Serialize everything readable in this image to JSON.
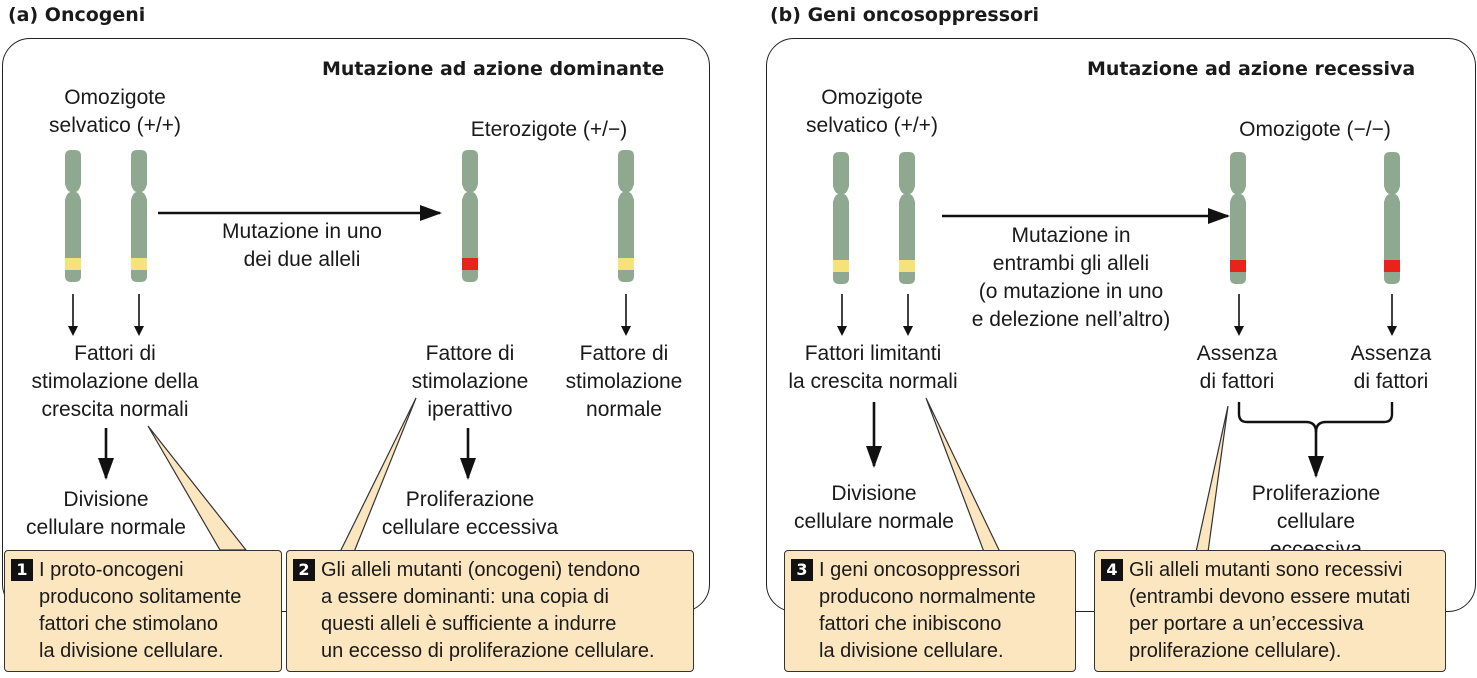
{
  "panel_a": {
    "title": "(a)  Oncogeni",
    "heading": "Mutazione ad azione dominante",
    "wild_label": "Omozigote\nselvatico (+/+)",
    "het_label": "Eterozigote (+/−)",
    "mutation_label": "Mutazione in uno\ndei due alleli",
    "normal_factors": "Fattori di\nstimolazione della\ncrescita normali",
    "hyperactive_factor": "Fattore di\nstimolazione\niperattivo",
    "normal_factor": "Fattore di\nstimolazione\nnormale",
    "normal_division": "Divisione\ncellulare normale",
    "excess_proliferation": "Proliferazione\ncellulare eccessiva",
    "callout1_number": "1",
    "callout1_text": "I proto-oncogeni\nproducono solitamente\nfattori che stimolano\nla divisione cellulare.",
    "callout2_number": "2",
    "callout2_text": "Gli alleli mutanti (oncogeni) tendono\na essere dominanti: una copia di\nquesti alleli è sufficiente a indurre\nun eccesso di proliferazione cellulare."
  },
  "panel_b": {
    "title": "(b)  Geni oncosoppressori",
    "heading": "Mutazione ad azione recessiva",
    "wild_label": "Omozigote\nselvatico (+/+)",
    "hom_label": "Omozigote (−/−)",
    "mutation_label": "Mutazione in\nentrambi gli alleli\n(o mutazione in uno\ne delezione nell’altro)",
    "normal_factors": "Fattori limitanti\nla crescita normali",
    "absence1": "Assenza\ndi fattori",
    "absence2": "Assenza\ndi fattori",
    "normal_division": "Divisione\ncellulare normale",
    "excess_proliferation": "Proliferazione\ncellulare eccessiva",
    "callout3_number": "3",
    "callout3_text": "I geni oncosoppressori\nproducono normalmente\nfattori che inibiscono\nla divisione cellulare.",
    "callout4_number": "4",
    "callout4_text": "Gli alleli mutanti sono recessivi\n(entrambi devono essere mutati\nper portare a un’eccessiva\nproliferazione cellulare)."
  },
  "colors": {
    "chromosome": "#8fa890",
    "normal_allele": "#f5e27a",
    "mutant_allele": "#e8231c",
    "callout_fill": "#fbe6bf"
  }
}
